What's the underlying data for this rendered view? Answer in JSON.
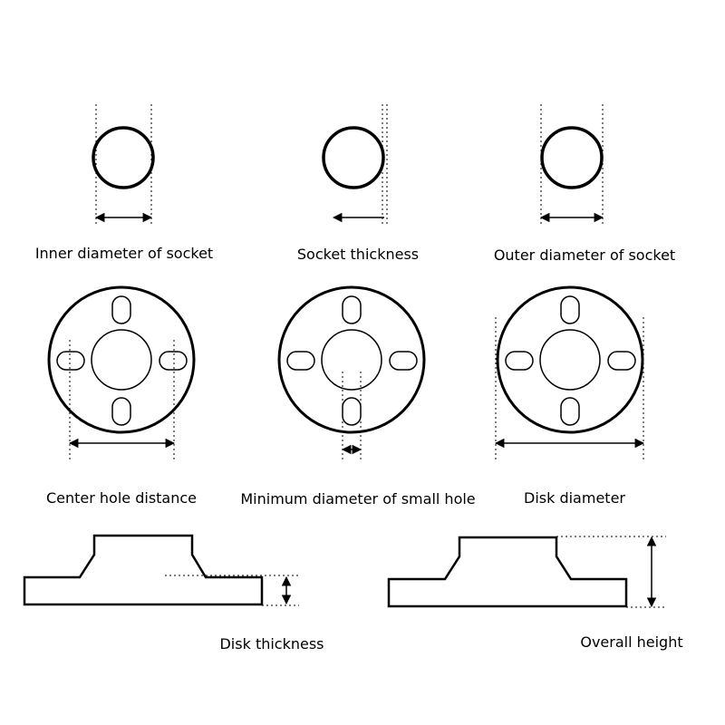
{
  "labels": {
    "inner_diameter": "Inner diameter of socket",
    "socket_thickness": "Socket thickness",
    "outer_diameter": "Outer diameter of socket",
    "center_hole_distance": "Center hole distance",
    "min_small_hole": "Minimum diameter of small hole",
    "disk_diameter": "Disk diameter",
    "disk_thickness": "Disk thickness",
    "overall_height": "Overall height"
  }
}
